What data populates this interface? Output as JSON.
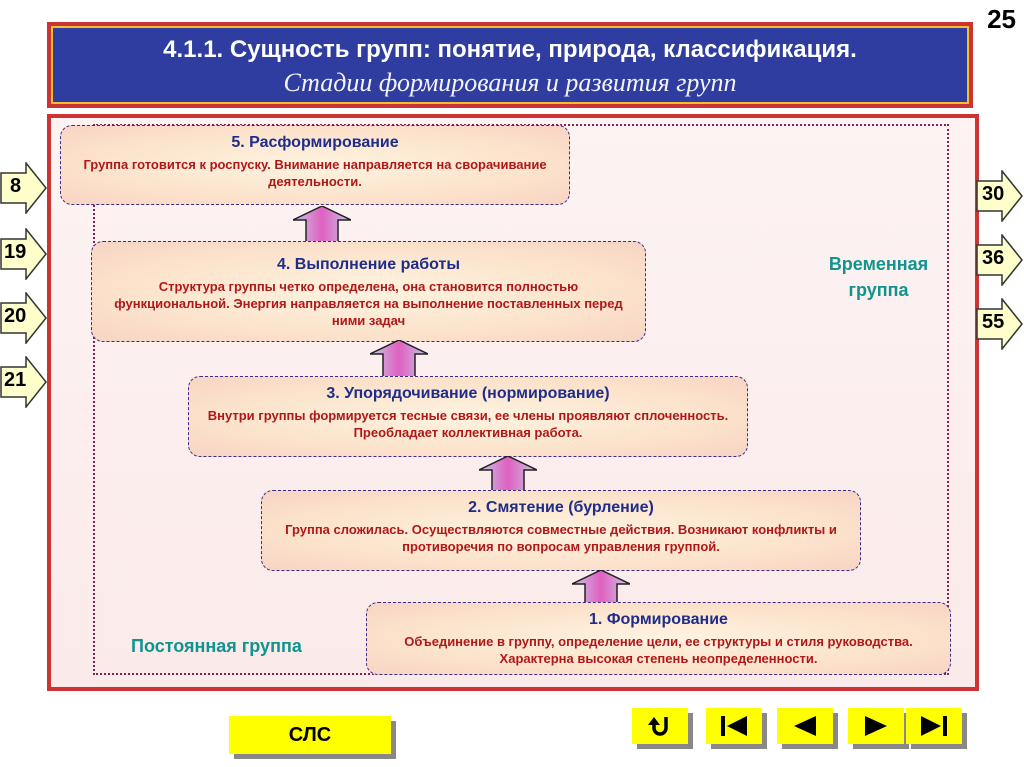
{
  "page_number": "25",
  "title": {
    "main": "4.1.1. Сущность групп: понятие, природа, классификация.",
    "subtitle": "Стадии формирования и развития групп"
  },
  "stages": [
    {
      "title": "5. Расформирование",
      "desc": "Группа готовится к роспуску. Внимание направляется на сворачивание деятельности."
    },
    {
      "title": "4. Выполнение работы",
      "desc": "Структура группы четко определена, она становится полностью функциональной. Энергия направляется на выполнение поставленных перед ними задач"
    },
    {
      "title": "3. Упорядочивание (нормирование)",
      "desc": "Внутри группы формируется тесные связи, ее члены проявляют сплоченность. Преобладает коллективная работа."
    },
    {
      "title": "2. Смятение (бурление)",
      "desc": "Группа сложилась. Осуществляются совместные действия. Возникают конфликты и противоречия по вопросам управления группой."
    },
    {
      "title": "1. Формирование",
      "desc": "Объединение в группу, определение цели, ее структуры и стиля руководства. Характерна высокая степень неопределенности."
    }
  ],
  "labels": {
    "temporary_group": "Временная группа",
    "permanent_group": "Постоянная группа"
  },
  "left_links": [
    "8",
    "19",
    "20",
    "21"
  ],
  "right_links": [
    "30",
    "36",
    "55"
  ],
  "footer": {
    "slc_label": "СЛС",
    "controls": [
      "return-icon",
      "first-slide-icon",
      "previous-slide-icon",
      "next-slide-icon",
      "last-slide-icon"
    ]
  },
  "colors": {
    "frame": "#cc3333",
    "title_bg": "#2f3ca0",
    "stage_title": "#1f2d8a",
    "stage_desc": "#b01818",
    "group_label": "#11938e",
    "button": "#ffff00"
  }
}
